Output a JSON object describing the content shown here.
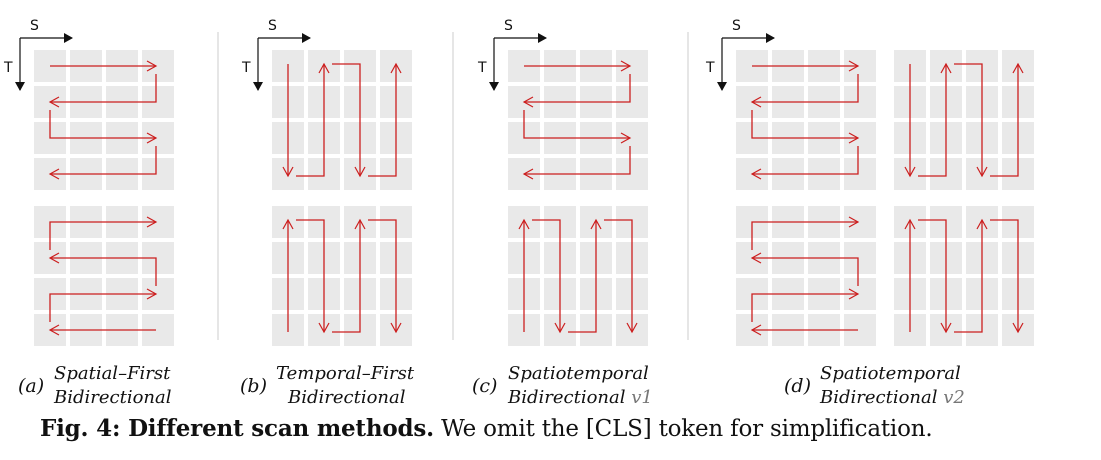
{
  "panels": [
    {
      "id": "(a)",
      "line1": "Spatial–First",
      "line2": "Bidirectional",
      "version": ""
    },
    {
      "id": "(b)",
      "line1": "Temporal–First",
      "line2": "Bidirectional",
      "version": ""
    },
    {
      "id": "(c)",
      "line1": "Spatiotemporal",
      "line2": "Bidirectional",
      "version": "v1"
    },
    {
      "id": "(d)",
      "line1": "Spatiotemporal",
      "line2": "Bidirectional",
      "version": "v2"
    }
  ],
  "axis": {
    "s": "S",
    "t": "T"
  },
  "caption": {
    "prefix": "Fig. 4: Different scan methods.",
    "text": " We omit the [CLS] token for simplification."
  },
  "colors": {
    "arrow": "#cc1f1f",
    "cell": "#e9e9e9",
    "axis": "#111111",
    "divider": "#cccccc"
  }
}
